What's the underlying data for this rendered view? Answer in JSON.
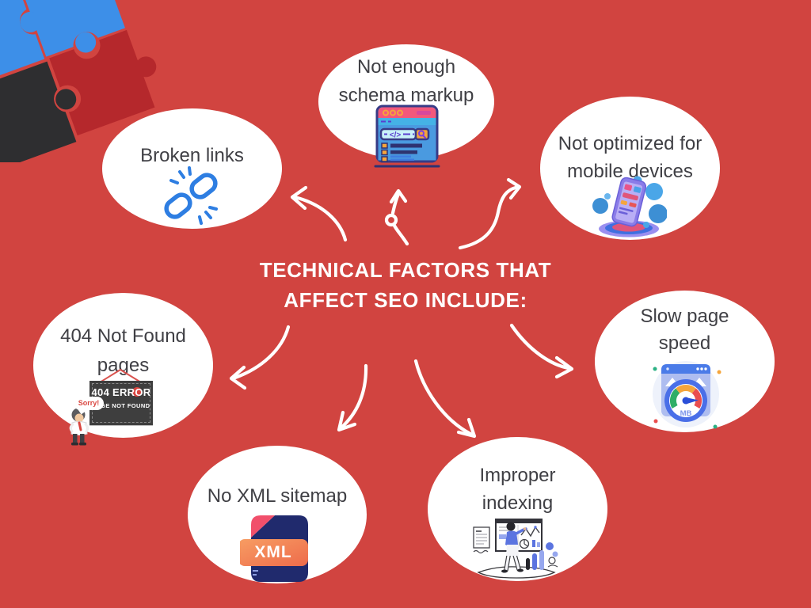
{
  "background_color": "#d14440",
  "arrow_color": "#ffffff",
  "title": {
    "line1": "TECHNICAL FACTORS THAT",
    "line2": "AFFECT SEO INCLUDE:"
  },
  "nodes": {
    "schema_markup": {
      "line1": "Not enough",
      "line2": "schema markup",
      "icon": "browser-code-search-icon",
      "icon_code_text": "</>"
    },
    "broken_links": {
      "line1": "Broken links",
      "icon": "broken-chain-link-icon"
    },
    "mobile_devices": {
      "line1": "Not optimized for",
      "line2": "mobile devices",
      "icon": "mobile-phone-3d-icon"
    },
    "not_found_pages": {
      "line1": "404 Not Found",
      "line2": "pages",
      "icon": "404-error-sign-icon",
      "sign_title": "404 ERROR",
      "sign_subtitle": "PAGE NOT FOUND",
      "speech_bubble": "Sorry!"
    },
    "page_speed": {
      "line1": "Slow page",
      "line2": "speed",
      "icon": "speedometer-browser-icon",
      "gauge_label": "MB"
    },
    "xml_sitemap": {
      "line1": "No XML sitemap",
      "icon": "xml-file-icon",
      "badge": "XML"
    },
    "improper_indexing": {
      "line1": "Improper",
      "line2": "indexing",
      "icon": "analytics-whiteboard-icon"
    }
  },
  "decoration": {
    "name": "puzzle-pieces",
    "colors": {
      "blue": "#3d8fe8",
      "dark_red": "#b5282c",
      "black": "#2e2e30"
    }
  }
}
